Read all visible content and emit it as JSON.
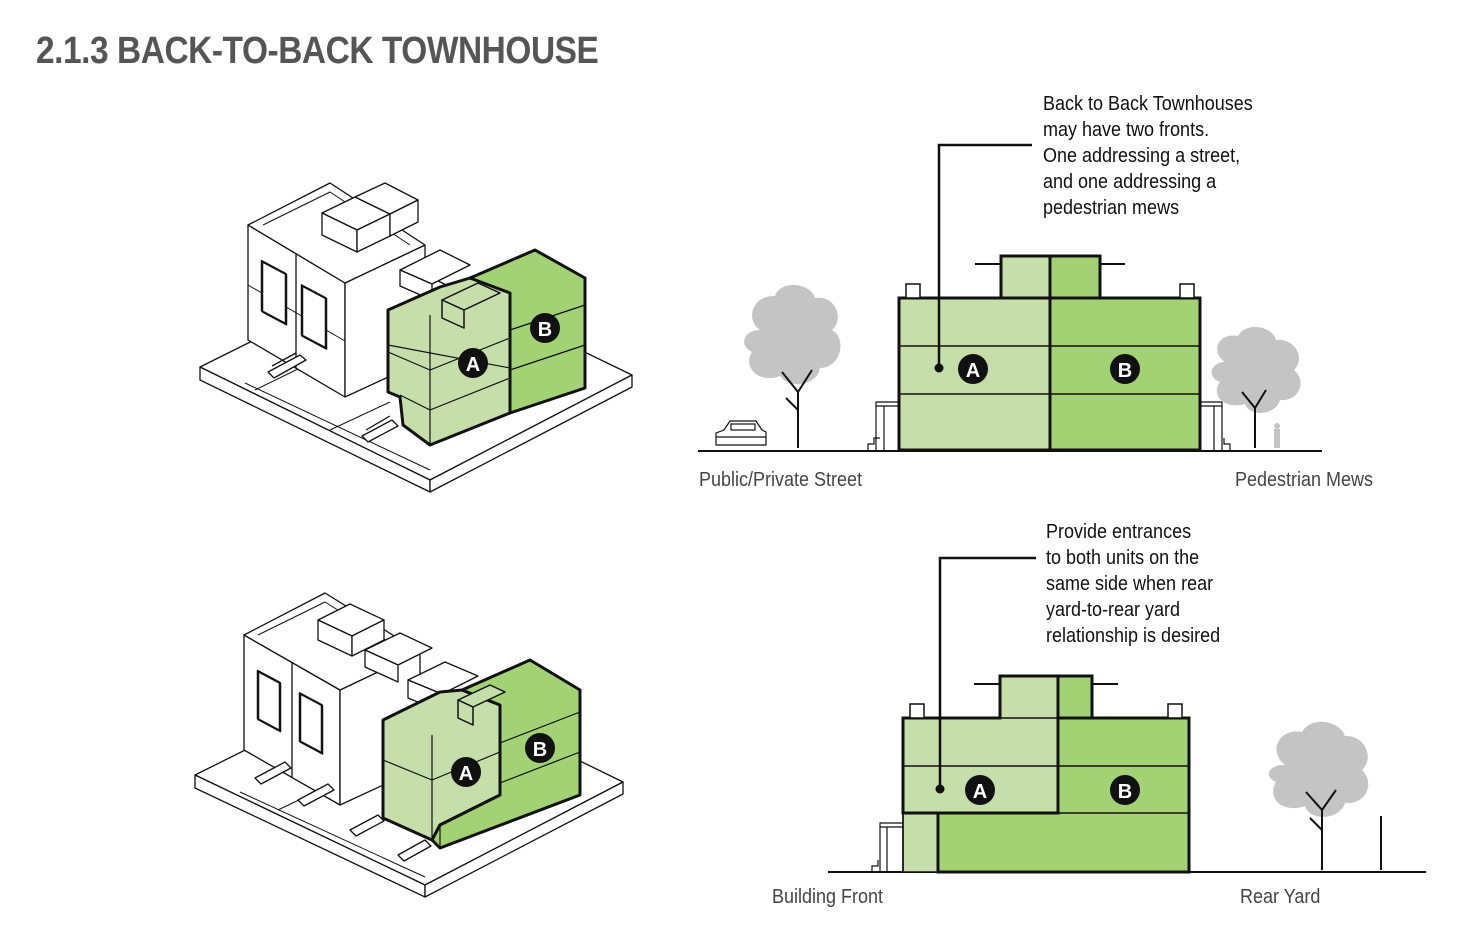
{
  "title": "2.1.3  BACK-TO-BACK TOWNHOUSE",
  "unit_labels": {
    "a": "A",
    "b": "B"
  },
  "colors": {
    "light_green": "#c5deaa",
    "green": "#a2d273",
    "tree": "#c4c4c4",
    "heading": "#555555",
    "line": "#111111"
  },
  "top_section": {
    "annotation_lines": [
      "Back to Back Townhouses",
      "may have two fronts.",
      "One  addressing a street,",
      "and one addressing a",
      "pedestrian mews"
    ],
    "left_label": "Public/Private Street",
    "right_label": "Pedestrian Mews"
  },
  "bottom_section": {
    "annotation_lines": [
      "Provide entrances",
      "to both units on the",
      "same side when rear",
      "yard-to-rear yard",
      "relationship is desired"
    ],
    "left_label": "Building Front",
    "right_label": "Rear Yard"
  }
}
